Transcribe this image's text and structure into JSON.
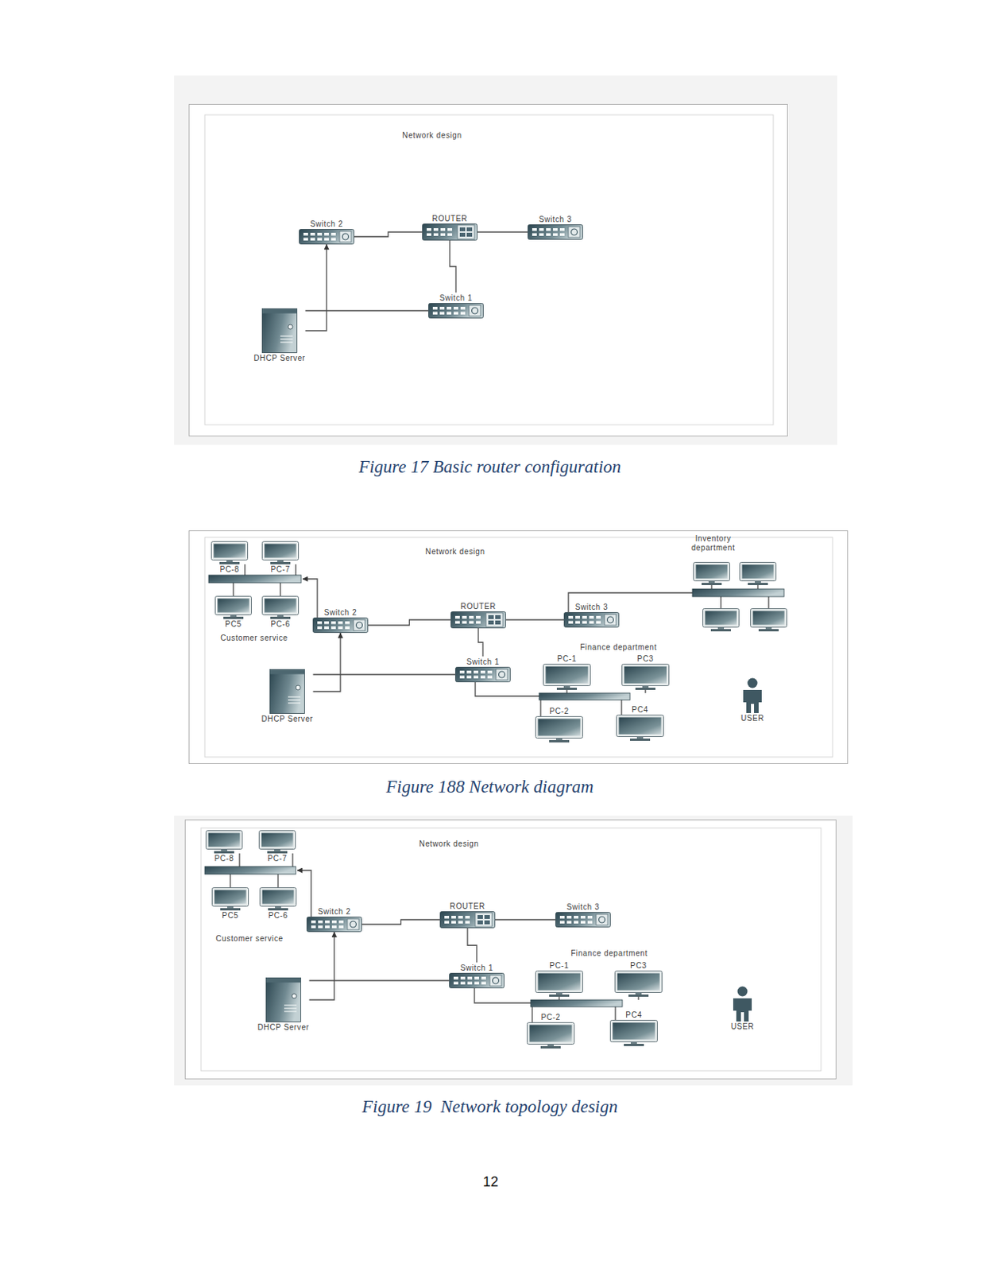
{
  "diagram": {
    "nodes": [
      {
        "text": [
          "Network design"
        ]
      },
      {
        "text": [
          "Switch 2"
        ],
        "in": 0
      },
      {
        "text": [
          "ROUTER"
        ],
        "in": 0
      },
      {
        "text": [
          "Switch 3"
        ],
        "in": 0
      },
      {
        "text": [
          "Switch 1"
        ],
        "in": 0
      },
      {
        "text": [
          "DHCP Server"
        ],
        "in": 0
      },
      {
        "text": [
          "Network design"
        ]
      },
      {
        "text": [
          "PC-8"
        ],
        "in": 6
      },
      {
        "text": [
          "PC-7"
        ],
        "in": 6
      },
      {
        "text": [
          "PC5"
        ],
        "in": 6
      },
      {
        "text": [
          "PC-6"
        ],
        "in": 6
      },
      {
        "text": [
          "Switch 2"
        ],
        "in": 6
      },
      {
        "text": [
          "ROUTER"
        ],
        "in": 6
      },
      {
        "text": [
          "Switch 3"
        ],
        "in": 6
      },
      {
        "text": [
          "Switch 1"
        ],
        "in": 6
      },
      {
        "text": [
          "DHCP Server"
        ],
        "in": 6
      },
      {
        "text": [
          "PC-1"
        ],
        "in": 6
      },
      {
        "text": [
          "PC3"
        ],
        "in": 6
      },
      {
        "text": [
          "PC-2"
        ],
        "in": 6
      },
      {
        "text": [
          "PC4"
        ],
        "in": 6
      },
      {
        "text": [
          "USER"
        ],
        "in": 6
      },
      {
        "text": [
          "Network design"
        ]
      },
      {
        "text": [
          "PC-8"
        ],
        "in": 21
      },
      {
        "text": [
          "PC-7"
        ],
        "in": 21
      },
      {
        "text": [
          "PC5"
        ],
        "in": 21
      },
      {
        "text": [
          "PC-6"
        ],
        "in": 21
      },
      {
        "text": [
          "Switch 2"
        ],
        "in": 21
      },
      {
        "text": [
          "ROUTER"
        ],
        "in": 21
      },
      {
        "text": [
          "Switch 3"
        ],
        "in": 21
      },
      {
        "text": [
          "Switch 1"
        ],
        "in": 21
      },
      {
        "text": [
          "DHCP Server"
        ],
        "in": 21
      },
      {
        "text": [
          "PC-1"
        ],
        "in": 21
      },
      {
        "text": [
          "PC3"
        ],
        "in": 21
      },
      {
        "text": [
          "PC-2"
        ],
        "in": 21
      },
      {
        "text": [
          "PC4"
        ],
        "in": 21
      },
      {
        "text": [
          "USER"
        ],
        "in": 21
      }
    ],
    "edges": [
      {
        "from": 1,
        "to": 2,
        "arrow": "none"
      },
      {
        "from": 2,
        "to": 3,
        "arrow": "none"
      },
      {
        "from": 2,
        "to": 4,
        "arrow": "none"
      },
      {
        "from": 5,
        "to": 4,
        "arrow": "none"
      },
      {
        "from": 5,
        "to": 1,
        "arrow": "to"
      },
      {
        "from": 11,
        "to": 12,
        "arrow": "none"
      },
      {
        "from": 12,
        "to": 13,
        "arrow": "none"
      },
      {
        "from": 12,
        "to": 14,
        "arrow": "none"
      },
      {
        "from": 15,
        "to": 14,
        "arrow": "none"
      },
      {
        "from": 15,
        "to": 11,
        "arrow": "to"
      },
      {
        "from": 26,
        "to": 27,
        "arrow": "none"
      },
      {
        "from": 27,
        "to": 28,
        "arrow": "none"
      },
      {
        "from": 27,
        "to": 29,
        "arrow": "none"
      },
      {
        "from": 30,
        "to": 29,
        "arrow": "none"
      },
      {
        "from": 30,
        "to": 26,
        "arrow": "to"
      }
    ],
    "labels": [
      "Figure 17 Basic router configuration",
      "Customer service",
      "Inventory department",
      "Finance department",
      "Figure 188 Network diagram",
      "Customer service",
      "Finance department",
      "Figure 19  Network topology design",
      "12"
    ]
  }
}
